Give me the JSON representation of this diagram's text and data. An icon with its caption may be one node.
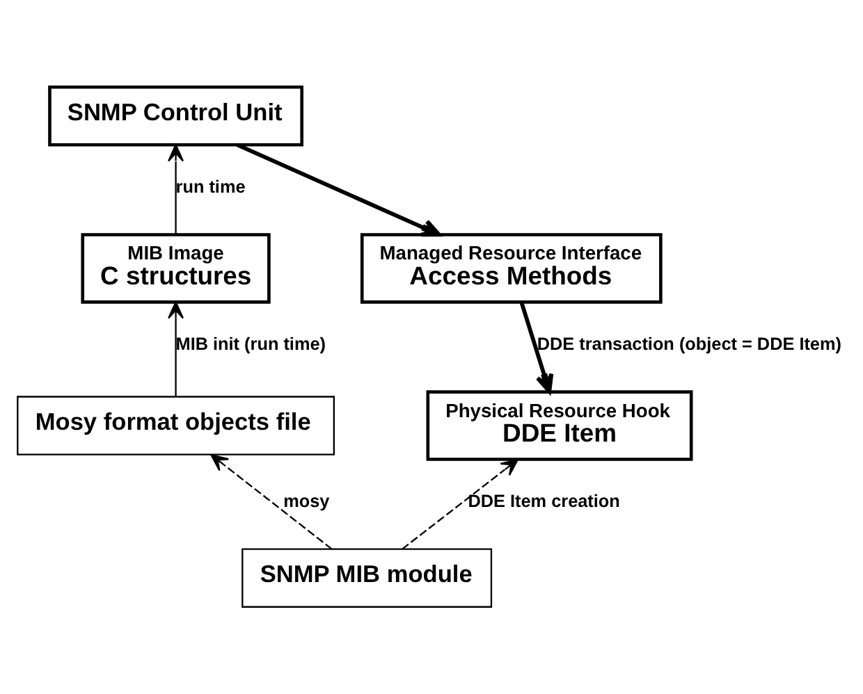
{
  "diagram": {
    "nodes": [
      {
        "text": [
          "SNMP Control Unit"
        ]
      },
      {
        "text": [
          "MIB Image",
          "C structures"
        ]
      },
      {
        "text": [
          "Managed Resource Interface",
          "Access Methods"
        ]
      },
      {
        "text": [
          "Mosy format objects file"
        ]
      },
      {
        "text": [
          "Physical Resource Hook",
          "DDE Item"
        ]
      },
      {
        "text": [
          "SNMP MIB module"
        ]
      }
    ],
    "edges": [
      {
        "from": 1,
        "to": 0,
        "arrow": "to",
        "label": "run time"
      },
      {
        "from": 0,
        "to": 2,
        "arrow": "to",
        "style": "thick"
      },
      {
        "from": 3,
        "to": 1,
        "arrow": "to",
        "label": "MIB init (run time)"
      },
      {
        "from": 2,
        "to": 4,
        "arrow": "to",
        "style": "thick",
        "label": "DDE transaction (object = DDE Item)"
      },
      {
        "from": 5,
        "to": 3,
        "arrow": "to",
        "style": "dashed",
        "label": "mosy"
      },
      {
        "from": 5,
        "to": 4,
        "arrow": "to",
        "style": "dashed",
        "label": "DDE Item creation"
      }
    ]
  }
}
